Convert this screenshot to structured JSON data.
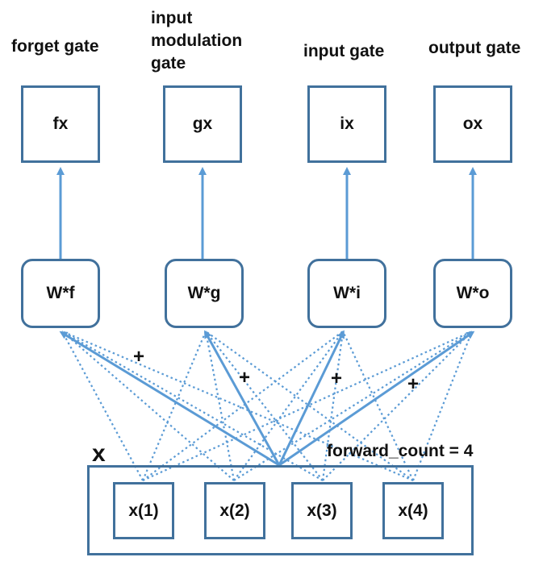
{
  "gates": [
    {
      "label": "forget gate",
      "output": "fx",
      "weight": "W*f"
    },
    {
      "label": "input\nmodulation\ngate",
      "output": "gx",
      "weight": "W*g"
    },
    {
      "label": "input gate",
      "output": "ix",
      "weight": "W*i"
    },
    {
      "label": "output gate",
      "output": "ox",
      "weight": "W*o"
    }
  ],
  "inputs": [
    "x(1)",
    "x(2)",
    "x(3)",
    "x(4)"
  ],
  "input_group_label": "x",
  "forward_count_label": "forward_count = 4",
  "plus_symbol": "+",
  "colors": {
    "line": "#5b9bd5",
    "border": "#41719c",
    "text": "#111111"
  }
}
